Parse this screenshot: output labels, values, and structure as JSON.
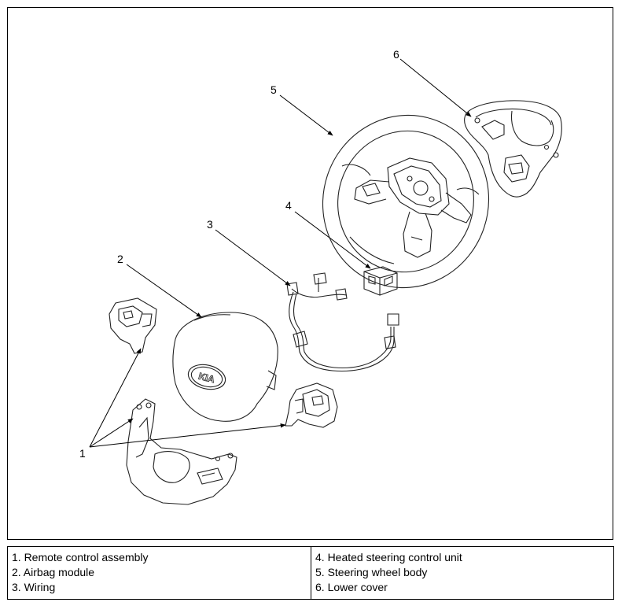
{
  "callouts": {
    "c1": "1",
    "c2": "2",
    "c3": "3",
    "c4": "4",
    "c5": "5",
    "c6": "6"
  },
  "emblem_text": "KIA",
  "legend": {
    "left": [
      "1. Remote control assembly",
      "2. Airbag module",
      "3. Wiring"
    ],
    "right": [
      "4. Heated steering control unit",
      "5. Steering wheel body",
      "6. Lower cover"
    ]
  }
}
